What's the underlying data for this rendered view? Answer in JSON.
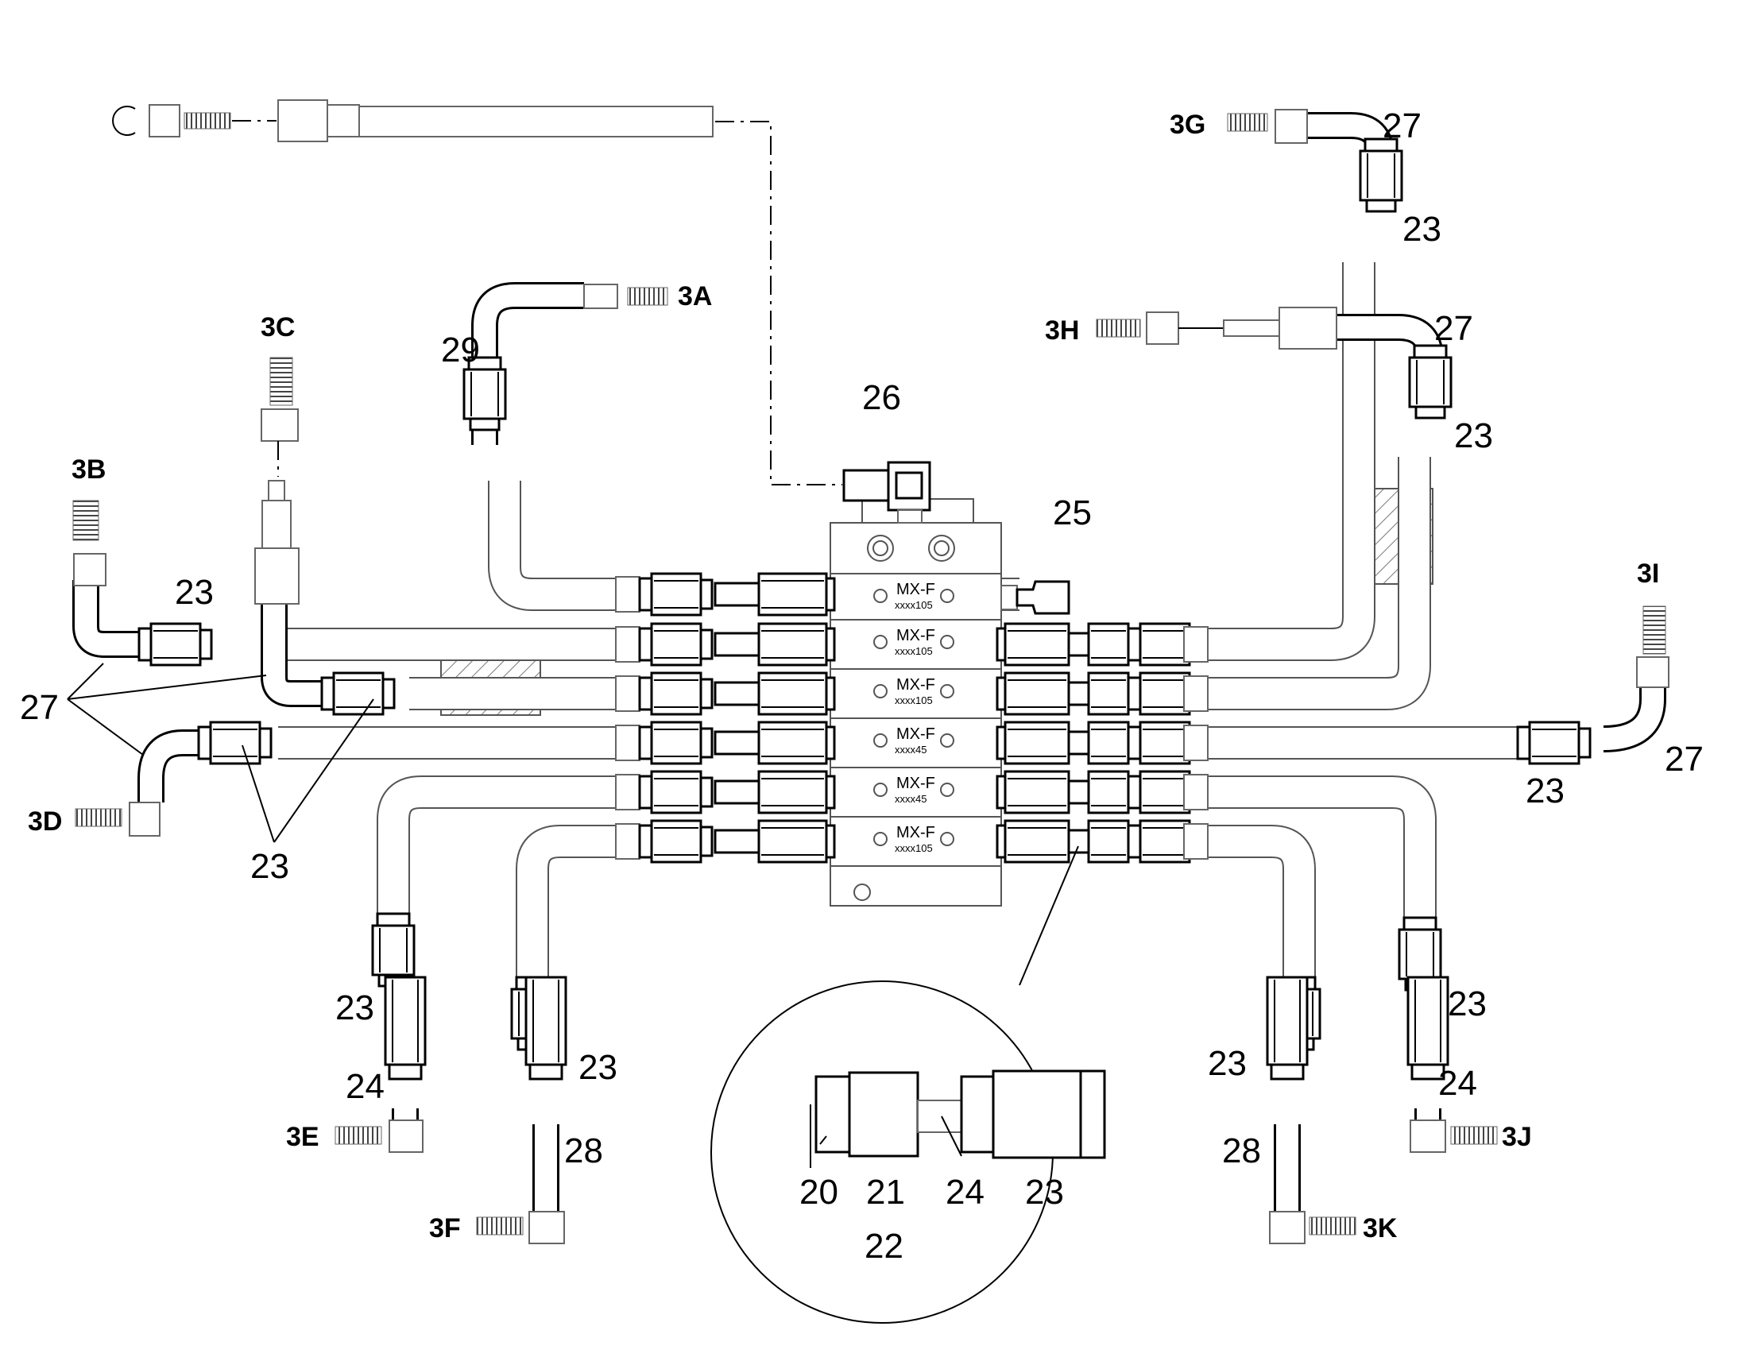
{
  "labels": {
    "block_top": "26",
    "block_plug": "25",
    "tube_3a": "29",
    "n23_upper_left": "23",
    "n27_left": "27",
    "n23_left_pair": "23",
    "n27_3g": "27",
    "n23_3g": "23",
    "n27_3h": "27",
    "n23_3h": "23",
    "n27_3i": "27",
    "n23_3i": "23",
    "n23_3e": "23",
    "n24_3e": "24",
    "n23_3f": "23",
    "n28_3f": "28",
    "n23_3k": "23",
    "n28_3k": "28",
    "n23_3j": "23",
    "n24_3j": "24"
  },
  "port_codes": {
    "p3a": "3A",
    "p3b": "3B",
    "p3c": "3C",
    "p3d": "3D",
    "p3e": "3E",
    "p3f": "3F",
    "p3g": "3G",
    "p3h": "3H",
    "p3i": "3I",
    "p3j": "3J",
    "p3k": "3K"
  },
  "detail": {
    "parts": [
      "20",
      "21",
      "24",
      "23"
    ],
    "assembly": "22"
  },
  "blocks": [
    {
      "name": "MX-F",
      "code": "xxxx105"
    },
    {
      "name": "MX-F",
      "code": "xxxx105"
    },
    {
      "name": "MX-F",
      "code": "xxxx105"
    },
    {
      "name": "MX-F",
      "code": "xxxx45"
    },
    {
      "name": "MX-F",
      "code": "xxxx45"
    },
    {
      "name": "MX-F",
      "code": "xxxx105"
    }
  ]
}
